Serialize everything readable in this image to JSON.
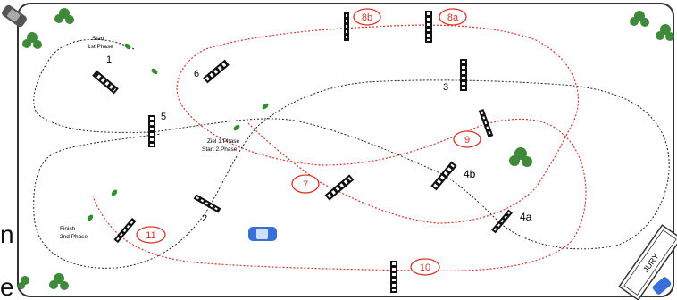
{
  "margin_text": [
    "n",
    "e"
  ],
  "start_note": [
    "Start",
    "1st Phase"
  ],
  "ziel_note": [
    "Ziel  1.Phase",
    "Start 2.Phase"
  ],
  "finish_note": [
    "Finish",
    "2nd Phase"
  ],
  "jury": "JURY",
  "black_obstacles": [
    "1",
    "2",
    "3",
    "4a",
    "4b",
    "5",
    "6"
  ],
  "red_obstacles": [
    "7",
    "8a",
    "8b",
    "9",
    "10",
    "11"
  ],
  "colors": {
    "black_course": "#222222",
    "red_course": "#d9342b",
    "marker_green": "#2f8f2f",
    "arena_border": "#333333",
    "car_blue": "#3a6fd8"
  }
}
